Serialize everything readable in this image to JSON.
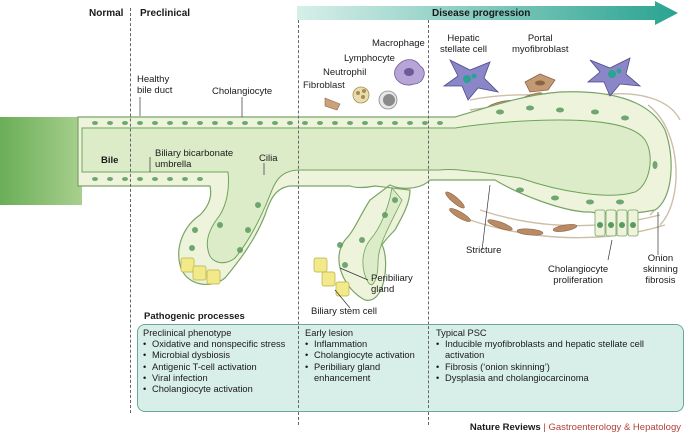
{
  "stages": {
    "normal": "Normal",
    "preclinical": "Preclinical",
    "progression": "Disease progression"
  },
  "cells": {
    "hepatic_stellate": "Hepatic\nstellate cell",
    "portal_myofibroblast": "Portal\nmyofibroblast",
    "macrophage": "Macrophage",
    "lymphocyte": "Lymphocyte",
    "neutrophil": "Neutrophil",
    "fibroblast": "Fibroblast"
  },
  "labels": {
    "healthy_bile_duct": "Healthy\nbile duct",
    "cholangiocyte": "Cholangiocyte",
    "bile": "Bile",
    "bicarbonate_umbrella": "Biliary bicarbonate\numbrella",
    "cilia": "Cilia",
    "stricture": "Stricture",
    "peribiliary_gland": "Peribiliary\ngland",
    "biliary_stem_cell": "Biliary stem cell",
    "cholangiocyte_proliferation": "Cholangiocyte\nproliferation",
    "onion_skinning": "Onion\nskinning\nfibrosis"
  },
  "pathogenic": {
    "heading": "Pathogenic processes",
    "columns": [
      {
        "title": "Preclinical phenotype",
        "items": [
          "Oxidative and nonspecific stress",
          "Microbial dysbiosis",
          "Antigenic T-cell activation",
          "Viral infection",
          "Cholangiocyte activation"
        ]
      },
      {
        "title": "Early lesion",
        "items": [
          "Inflammation",
          "Cholangiocyte activation",
          "Peribiliary gland enhancement"
        ]
      },
      {
        "title": "Typical PSC",
        "items": [
          "Inducible myofibroblasts and hepatic stellate cell activation",
          "Fibrosis (‘onion skinning’)",
          "Dysplasia and cholangiocarcinoma"
        ]
      }
    ]
  },
  "footer": {
    "publisher": "Nature Reviews",
    "separator": "|",
    "journal": "Gastroenterology & Hepatology"
  },
  "colors": {
    "duct_green": "#7fba6a",
    "lumen": "#dcecc8",
    "cell_fill": "#f2f5e6",
    "nucleus": "#5a9a5e",
    "teal_arrow": "#2fa594",
    "box_fill": "#d8efe9"
  }
}
